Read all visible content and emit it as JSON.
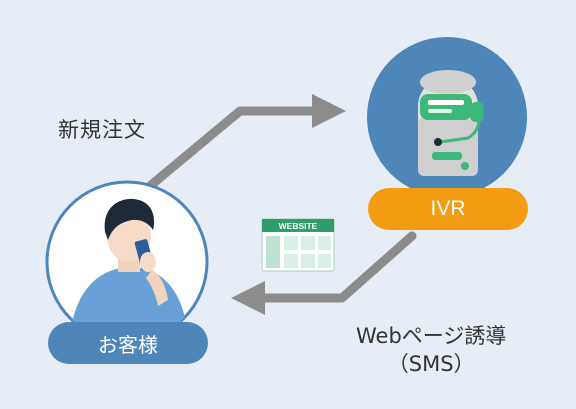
{
  "labels": {
    "order": "新規注文",
    "customer": "お客様",
    "ivr": "IVR",
    "web_guide_line1": "Webページ誘導",
    "web_guide_line2": "（SMS）",
    "website_badge": "WEBSITE"
  },
  "colors": {
    "background": "#e6edf6",
    "customer_accent": "#4e86ba",
    "ivr_accent": "#f39c12",
    "arrow": "#8c8c8c",
    "robot_green": "#3cb878",
    "ivr_circle": "#4e86ba"
  }
}
